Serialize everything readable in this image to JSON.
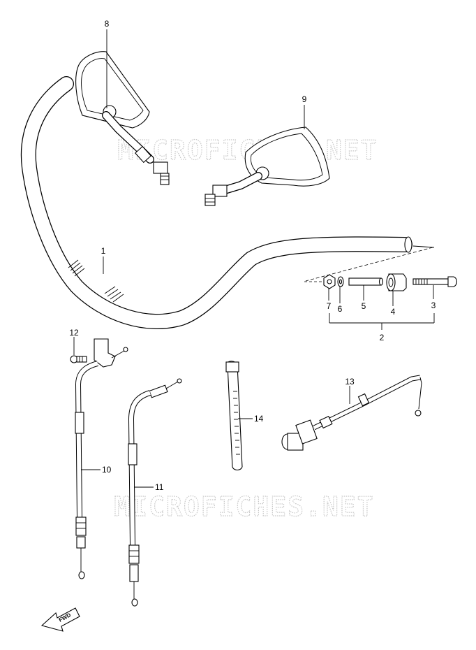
{
  "watermark": "MICROFICHES.NET",
  "fwd_label": "FWD",
  "callouts": {
    "p1": "1",
    "p2": "2",
    "p3": "3",
    "p4": "4",
    "p5": "5",
    "p6": "6",
    "p7": "7",
    "p8": "8",
    "p9": "9",
    "p10": "10",
    "p11": "11",
    "p12": "12",
    "p13": "13",
    "p14": "14"
  }
}
